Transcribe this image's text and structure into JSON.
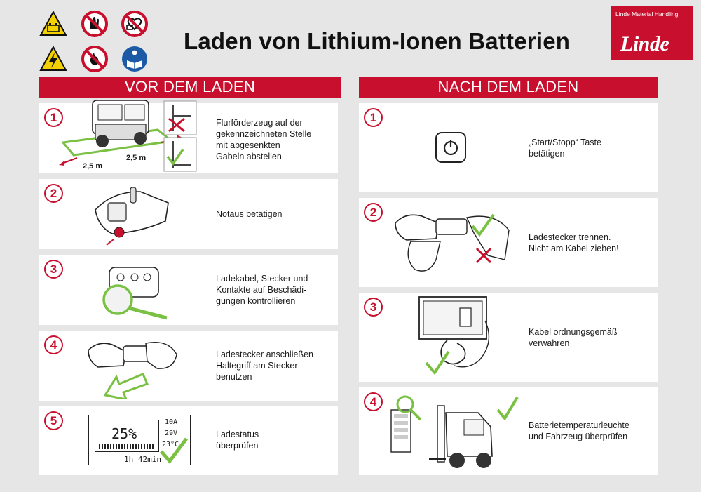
{
  "header": {
    "title": "Laden von Lithium-Ionen Batterien",
    "brand_name": "Linde Material Handling",
    "brand_logo": "Linde",
    "warning_icons": [
      "battery-warning-icon",
      "no-touch-prohibition-icon",
      "no-pacemaker-prohibition-icon",
      "electric-shock-warning-icon",
      "no-fire-prohibition-icon",
      "read-manual-mandatory-icon"
    ]
  },
  "before": {
    "heading": "VOR DEM LADEN",
    "steps": [
      {
        "number": "1",
        "text": "Flurförderzeug auf der\ngekennzeichneten Stelle\nmit abgesenkten\nGabeln abstellen",
        "dist_left": "2,5 m",
        "dist_right": "2,5 m"
      },
      {
        "number": "2",
        "text": "Notaus betätigen"
      },
      {
        "number": "3",
        "text": "Ladekabel, Stecker und\nKontakte auf Beschädi-\ngungen kontrollieren"
      },
      {
        "number": "4",
        "text": "Ladestecker anschließen\nHaltegriff am Stecker\nbenutzen"
      },
      {
        "number": "5",
        "text": "Ladestatus\nüberprüfen",
        "display": {
          "percent": "25%",
          "current": "10A",
          "voltage": "29V",
          "temperature": "23°C",
          "time": "1h 42min"
        }
      }
    ]
  },
  "after": {
    "heading": "NACH DEM LADEN",
    "steps": [
      {
        "number": "1",
        "text": "„Start/Stopp“ Taste\nbetätigen"
      },
      {
        "number": "2",
        "text": "Ladestecker trennen.\nNicht am Kabel ziehen!"
      },
      {
        "number": "3",
        "text": "Kabel ordnungsgemäß\nverwahren"
      },
      {
        "number": "4",
        "text": "Batterietemperaturleuchte\nund Fahrzeug überprüfen"
      }
    ]
  },
  "colors": {
    "accent": "#c8102e",
    "check": "#7ac143",
    "background": "#e6e6e6"
  }
}
